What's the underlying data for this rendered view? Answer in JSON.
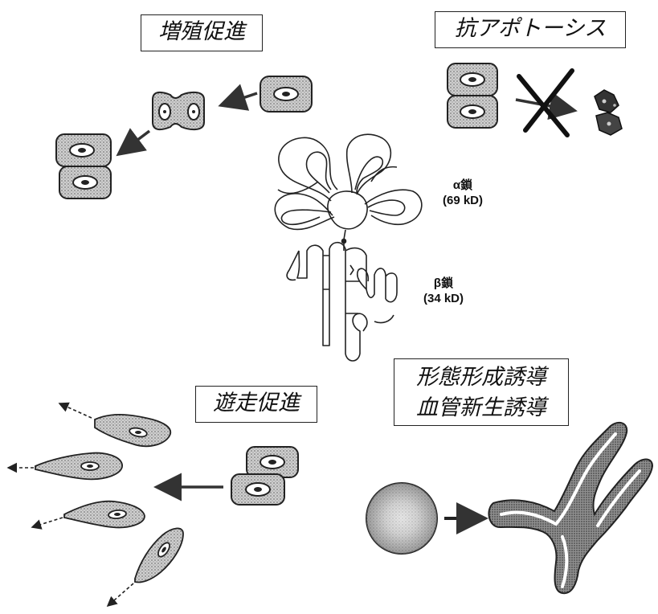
{
  "labels": {
    "proliferation": "増殖促進",
    "anti_apoptosis": "抗アポトーシス",
    "migration": "遊走促進",
    "morphogenesis_line1": "形態形成誘導",
    "morphogenesis_line2": "血管新生誘導",
    "alpha_chain": "α鎖",
    "alpha_mass": "(69 kD)",
    "beta_chain": "β鎖",
    "beta_mass": "(34 kD)"
  },
  "colors": {
    "ink": "#222222",
    "cell_fill": "#bdbdbd",
    "nucleus_fill": "#ffffff",
    "tube_fill": "#8a8a8a"
  }
}
